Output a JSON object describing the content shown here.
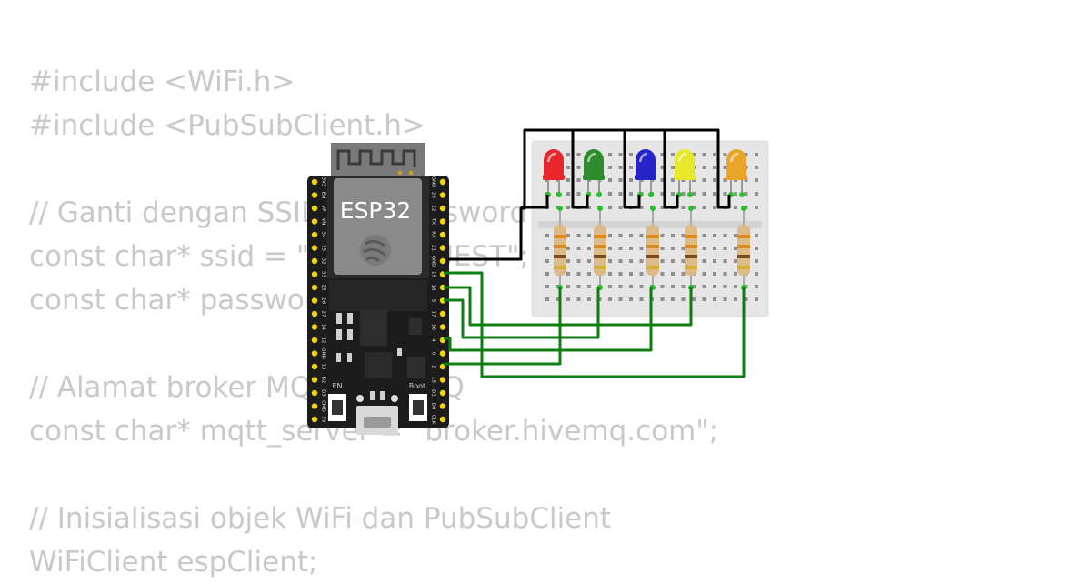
{
  "code_lines": [
    "#include <WiFi.h>",
    "#include <PubSubClient.h>",
    "",
    "// Ganti dengan SSID dan password WiFi",
    "const char* ssid = \"Wokwi-GUEST\";",
    "const char* password = \"\";",
    "",
    "// Alamat broker MQTT HiveMQ",
    "const char* mqtt_server = \"broker.hivemq.com\";",
    "",
    "// Inisialisasi objek WiFi dan PubSubClient",
    "WiFiClient espClient;"
  ],
  "board": {
    "module_label": "ESP32",
    "button_en": "EN",
    "button_boot": "Boot",
    "left_pins": [
      "3V3",
      "EN",
      "VP",
      "VN",
      "34",
      "35",
      "32",
      "33",
      "25",
      "26",
      "27",
      "14",
      "12",
      "GND",
      "13",
      "D2",
      "D3",
      "CMD",
      "5V"
    ],
    "right_pins": [
      "GND",
      "23",
      "22",
      "TX",
      "RX",
      "21",
      "GND",
      "19",
      "18",
      "5",
      "17",
      "16",
      "4",
      "0",
      "2",
      "15",
      "D1",
      "D0",
      "CLK"
    ]
  },
  "leds": [
    {
      "name": "red",
      "color": "#e8262b"
    },
    {
      "name": "green",
      "color": "#2e8b2e"
    },
    {
      "name": "blue",
      "color": "#2424c8"
    },
    {
      "name": "yellow",
      "color": "#e8e82a"
    },
    {
      "name": "orange",
      "color": "#e8a52a"
    }
  ],
  "colors": {
    "code_text": "#c9c9c9",
    "board": "#1c1c1c",
    "pin": "#f2d600",
    "ground_wire": "#000000",
    "signal_wire": "#0f7d0f",
    "breadboard": "#e6e6e6"
  }
}
